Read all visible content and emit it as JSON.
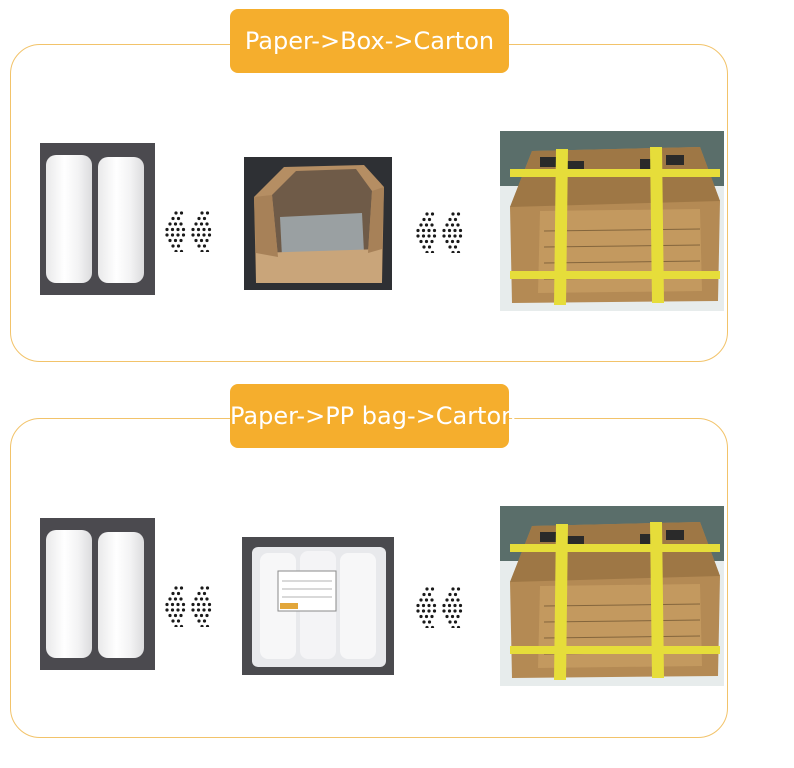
{
  "sections": [
    {
      "title": "Paper->Box->Carton",
      "steps": [
        "paper-wrapped-products-photo",
        "open-cardboard-box-photo",
        "taped-shipping-carton-photo"
      ]
    },
    {
      "title": "Paper->PP bag->Carton",
      "steps": [
        "paper-wrapped-products-photo",
        "pp-bag-pack-photo",
        "taped-shipping-carton-photo"
      ]
    }
  ],
  "colors": {
    "accent": "#f5ae2d",
    "border": "#f2c36a",
    "arrow_dots": "#1a1a1a"
  },
  "icons": [
    "dot-arrow-icon"
  ]
}
